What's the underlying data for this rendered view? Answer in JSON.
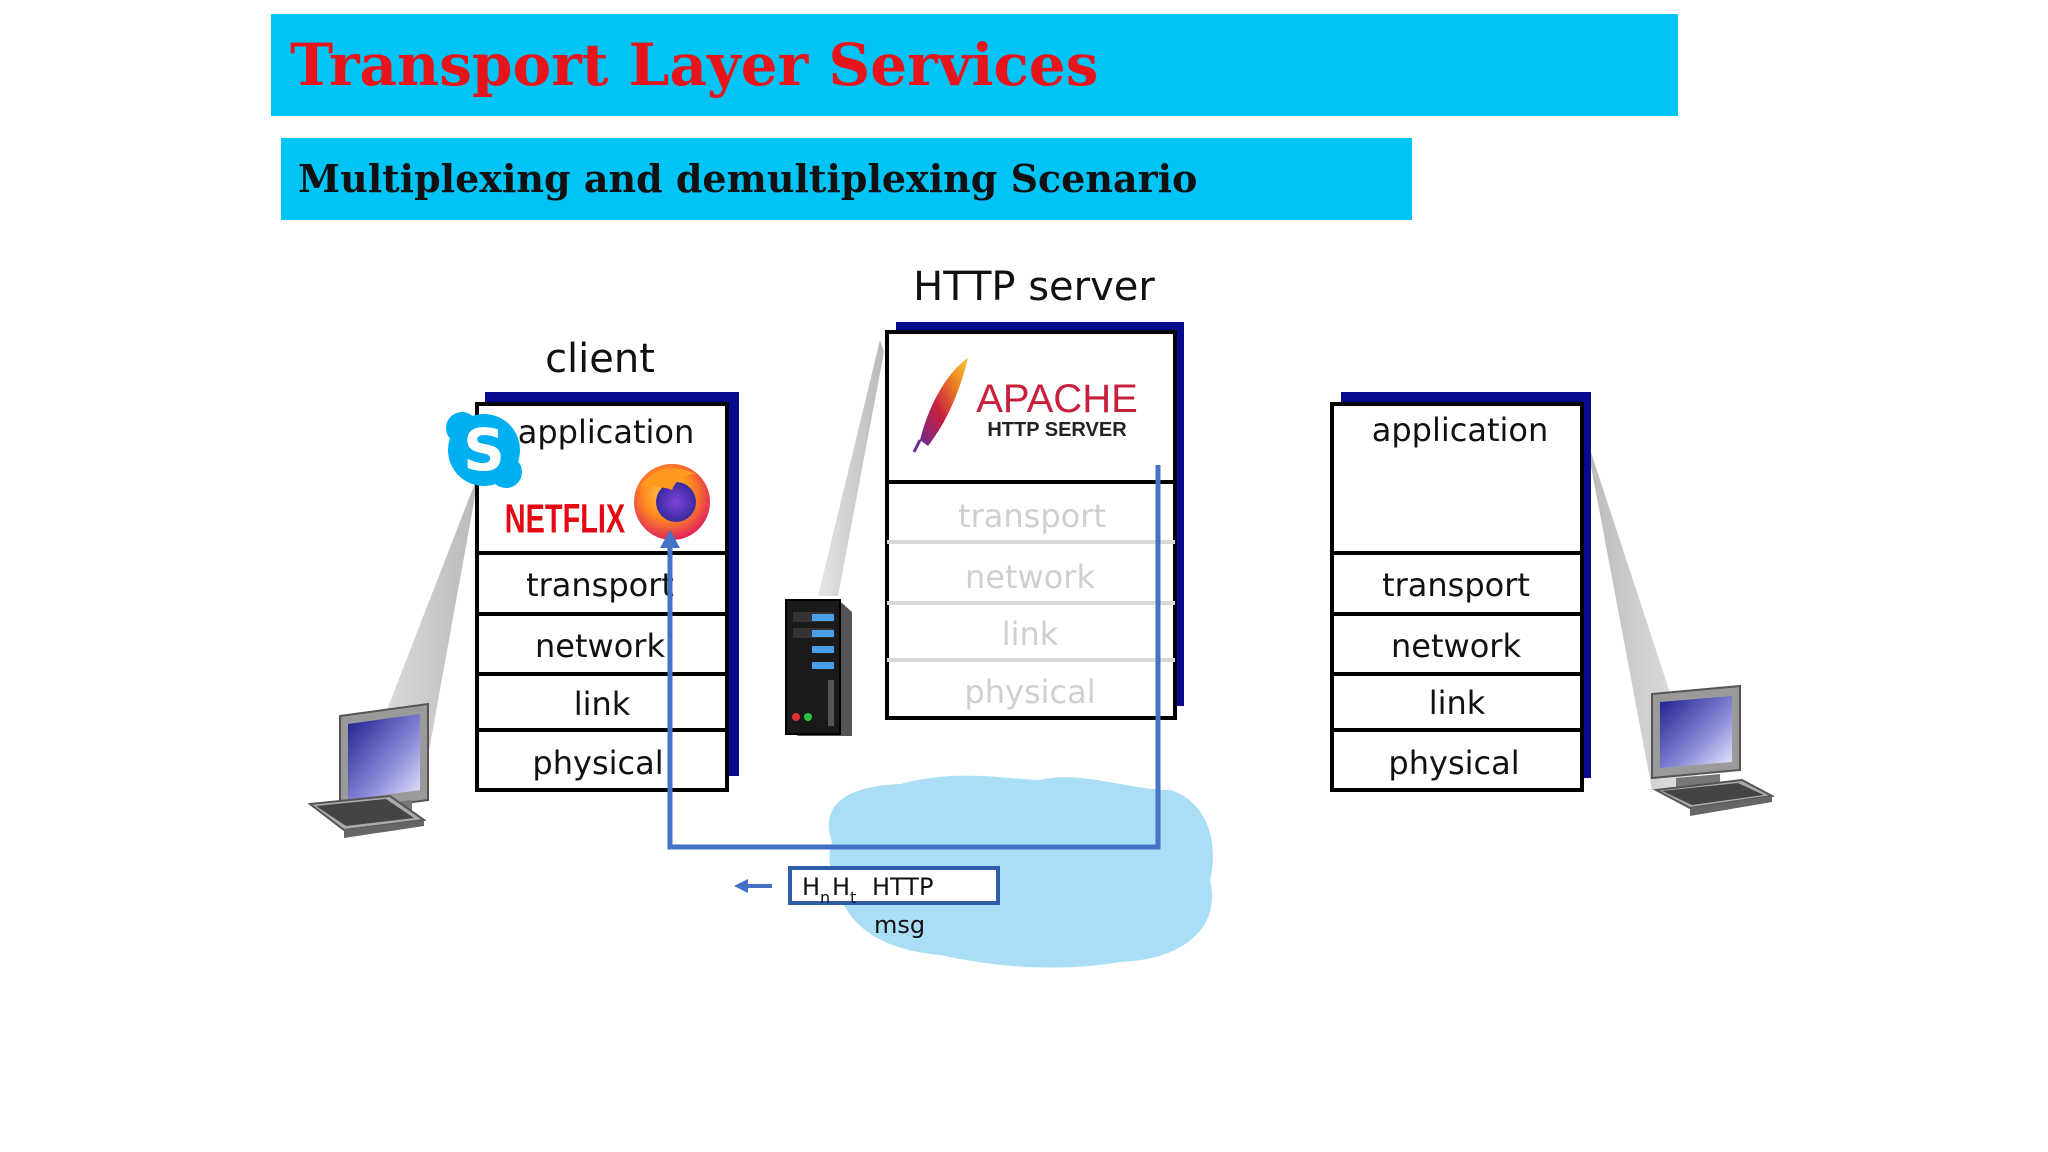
{
  "slide": {
    "title": "Transport Layer Services",
    "subtitle": "Multiplexing and demultiplexing Scenario"
  },
  "diagram": {
    "client": {
      "label": "client",
      "layers": [
        "application",
        "transport",
        "network",
        "link",
        "physical"
      ],
      "apps": {
        "netflix": "NETFLIX"
      }
    },
    "server": {
      "label": "HTTP server",
      "apache_name": "APACHE",
      "apache_sub": "HTTP SERVER",
      "layers": [
        "transport",
        "network",
        "link",
        "physical"
      ]
    },
    "right_host": {
      "layers": [
        "application",
        "transport",
        "network",
        "link",
        "physical"
      ]
    },
    "segment": {
      "h_n": "H",
      "n_sub": "n",
      "h_t": "H",
      "t_sub": "t",
      "payload_1": "HTTP",
      "payload_2": "msg"
    }
  },
  "colors": {
    "banner": "#00c4f5",
    "title": "#e8141b",
    "stack_shadow": "#0a0a8c",
    "path": "#4472c4",
    "cloud": "#a9def6",
    "faded_layer": "#cfcfcf"
  }
}
